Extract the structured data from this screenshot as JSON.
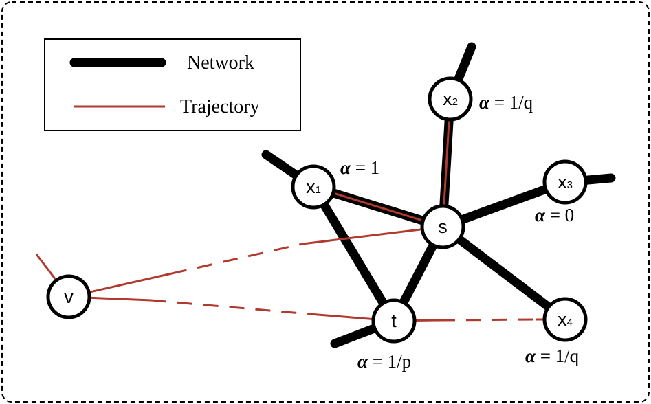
{
  "legend": {
    "network_label": "Network",
    "trajectory_label": "Trajectory"
  },
  "nodes": {
    "s": {
      "label": "s"
    },
    "t": {
      "label": "t"
    },
    "v": {
      "label": "v"
    },
    "x1": {
      "label": "x",
      "sub": "1"
    },
    "x2": {
      "label": "x",
      "sub": "2"
    },
    "x3": {
      "label": "x",
      "sub": "3"
    },
    "x4": {
      "label": "x",
      "sub": "4"
    }
  },
  "alphas": {
    "x1": {
      "symbol": "α",
      "value": " = 1"
    },
    "x2": {
      "symbol": "α",
      "value": " = 1/q"
    },
    "x3": {
      "symbol": "α",
      "value": " = 0"
    },
    "t": {
      "symbol": "α",
      "value": " = 1/p"
    },
    "x4": {
      "symbol": "α",
      "value": " = 1/q"
    }
  },
  "colors": {
    "network": "#000000",
    "trajectory": "#b03a2e",
    "frame": "#000000"
  }
}
